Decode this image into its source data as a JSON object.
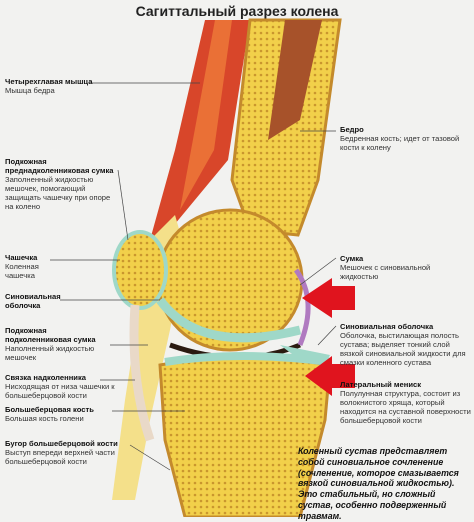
{
  "title": "Сагиттальный разрез колена",
  "labels": {
    "quadriceps": {
      "head": "Четырехглавая мышца",
      "desc": "Мышца бедра"
    },
    "bursa_prepatellar": {
      "head": "Подкожная преднадколенниковая сумка",
      "desc": "Заполненный жидкостью мешочек, помогающий защищать чашечку при опоре на колено"
    },
    "patella": {
      "head": "Чашечка",
      "desc": "Коленная чашечка"
    },
    "synovial_left": {
      "head": "Синовиальная оболочка",
      "desc": ""
    },
    "bursa_infrapatellar": {
      "head": "Подкожная подколенниковая сумка",
      "desc": "Наполненный жидкостью мешочек"
    },
    "patellar_ligament": {
      "head": "Связка надколенника",
      "desc": "Нисходящая от низа чашечки к большеберцовой кости"
    },
    "tibia": {
      "head": "Большеберцовая кость",
      "desc": "Большая кость голени"
    },
    "tibial_tuberosity": {
      "head": "Бугор большеберцовой кости",
      "desc": "Выступ впереди верхней части большеберцовой кости"
    },
    "femur": {
      "head": "Бедро",
      "desc": "Бедренная кость; идет от тазовой кости к колену"
    },
    "bursa": {
      "head": "Сумка",
      "desc": "Мешочек с синовиальной жидкостью"
    },
    "synovial_right": {
      "head": "Синовиальная оболочка",
      "desc": "Оболочка, выстилающая полость сустава; выделяет тонкий слой вязкой синовиальной жидкости для смазки коленного сустава"
    },
    "meniscus": {
      "head": "Латеральный мениск",
      "desc": "Полулунная структура, состоит из волокнистого хряща, который находится на суставной поверхности большеберцовой кости"
    }
  },
  "note": "Коленный сустав представляет собой синовиальное сочленение (сочленение, которое смазывается вязкой синовиальной жидкостью). Это стабильный, но сложный сустав, особенно подверженный травмам.",
  "colors": {
    "bone": "#f2d04a",
    "marrow": "#d9a23a",
    "cartilage": "#9fd8c8",
    "muscle": "#d8462a",
    "arrow": "#e0141e",
    "membrane": "#b07ac0"
  }
}
